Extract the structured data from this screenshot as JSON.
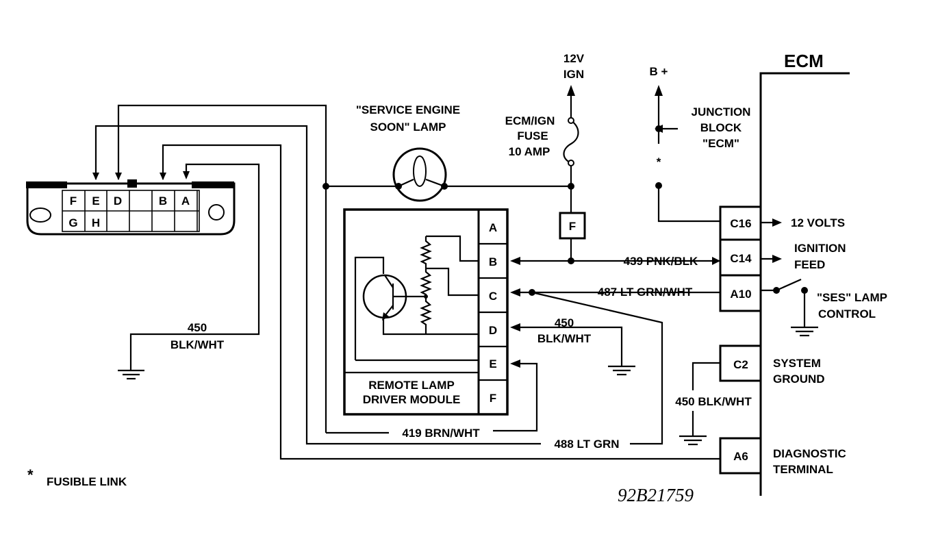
{
  "ecm": {
    "title": "ECM"
  },
  "supply": {
    "line1": "12V",
    "line2": "IGN"
  },
  "fuse": {
    "line1": "ECM/IGN",
    "line2": "FUSE",
    "line3": "10 AMP"
  },
  "bplus": {
    "label": "B +"
  },
  "junction": {
    "line1": "JUNCTION",
    "line2": "BLOCK",
    "line3": "\"ECM\""
  },
  "fusible_mark": "*",
  "lamp": {
    "line1": "\"SERVICE ENGINE",
    "line2": "SOON\" LAMP"
  },
  "connector": {
    "top_pins": [
      "F",
      "E",
      "D",
      "",
      "B",
      "A",
      ""
    ],
    "bottom_pins": [
      "G",
      "H",
      "",
      "",
      "",
      "",
      ""
    ]
  },
  "inline_pin": "F",
  "module": {
    "line1": "REMOTE LAMP",
    "line2": "DRIVER MODULE",
    "pins": [
      "A",
      "B",
      "C",
      "D",
      "E",
      "F"
    ]
  },
  "ecm_pins": {
    "c16": "C16",
    "c14": "C14",
    "a10": "A10",
    "c2": "C2",
    "a6": "A6"
  },
  "outputs": {
    "c16": "12 VOLTS",
    "c14_line1": "IGNITION",
    "c14_line2": "FEED",
    "a10_line1": "\"SES\" LAMP",
    "a10_line2": "CONTROL",
    "c2_line1": "SYSTEM",
    "c2_line2": "GROUND",
    "a6_line1": "DIAGNOSTIC",
    "a6_line2": "TERMINAL"
  },
  "wires": {
    "w439": "439 PNK/BLK",
    "w487": "487 LT GRN/WHT",
    "w450_mod_line1": "450",
    "w450_mod_line2": "BLK/WHT",
    "w450_left_line1": "450",
    "w450_left_line2": "BLK/WHT",
    "w450_ecm": "450 BLK/WHT",
    "w419": "419 BRN/WHT",
    "w488": "488 LT GRN"
  },
  "legend": {
    "symbol": "*",
    "text": "FUSIBLE LINK"
  },
  "catalog": "92B21759"
}
